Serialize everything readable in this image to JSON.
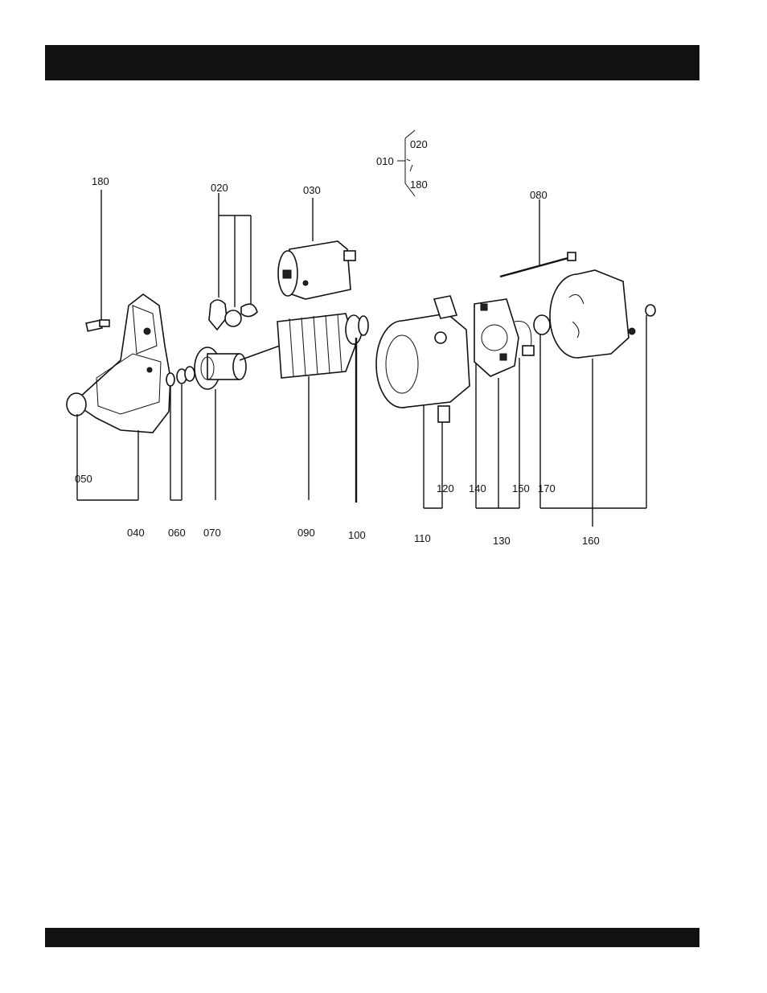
{
  "header": {
    "title": ""
  },
  "footer": {
    "text": ""
  },
  "diagram": {
    "assembly_key": {
      "parent": "010",
      "range_start": "020",
      "range_end": "180"
    },
    "callouts": {
      "p180": "180",
      "p020": "020",
      "p030": "030",
      "p080": "080",
      "p050": "050",
      "p040": "040",
      "p060": "060",
      "p070": "070",
      "p090": "090",
      "p100": "100",
      "p110": "110",
      "p120": "120",
      "p140": "140",
      "p150": "150",
      "p130": "130",
      "p170": "170",
      "p160": "160"
    }
  }
}
